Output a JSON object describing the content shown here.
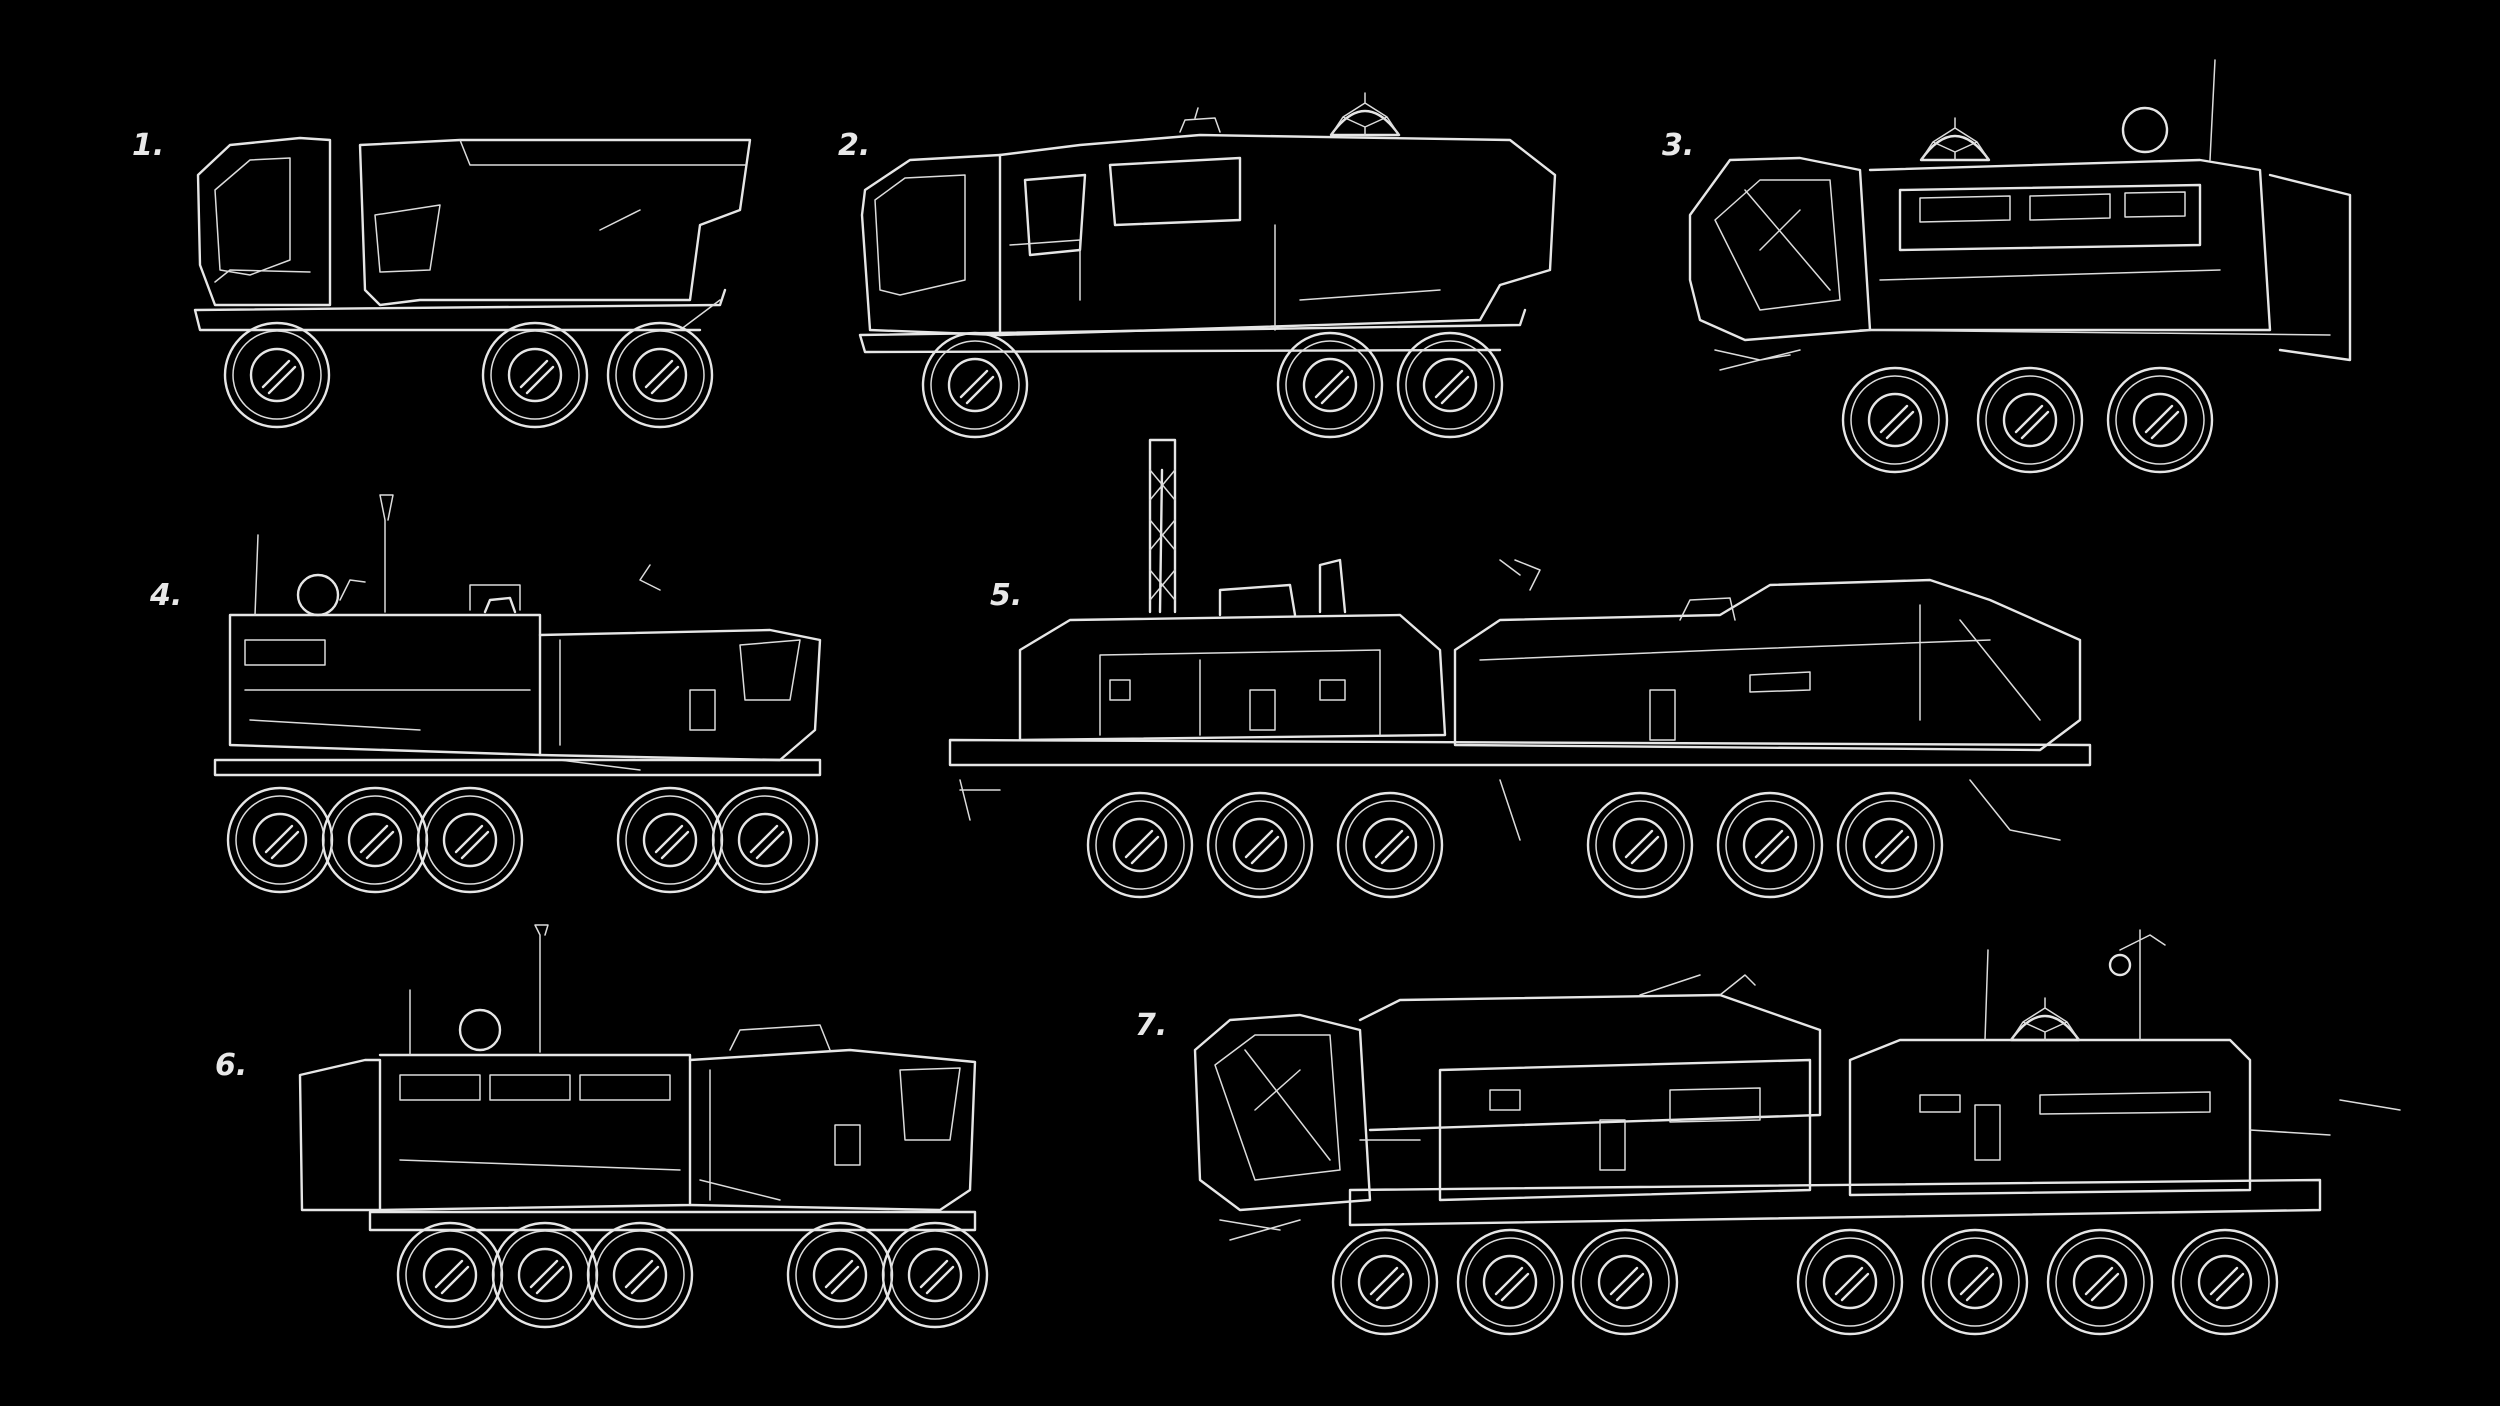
{
  "colors": {
    "background": "#000000",
    "line": "#e6e6e6"
  },
  "vehicles": [
    {
      "label": "1."
    },
    {
      "label": "2."
    },
    {
      "label": "3."
    },
    {
      "label": "4."
    },
    {
      "label": "5."
    },
    {
      "label": "6."
    },
    {
      "label": "7."
    }
  ]
}
